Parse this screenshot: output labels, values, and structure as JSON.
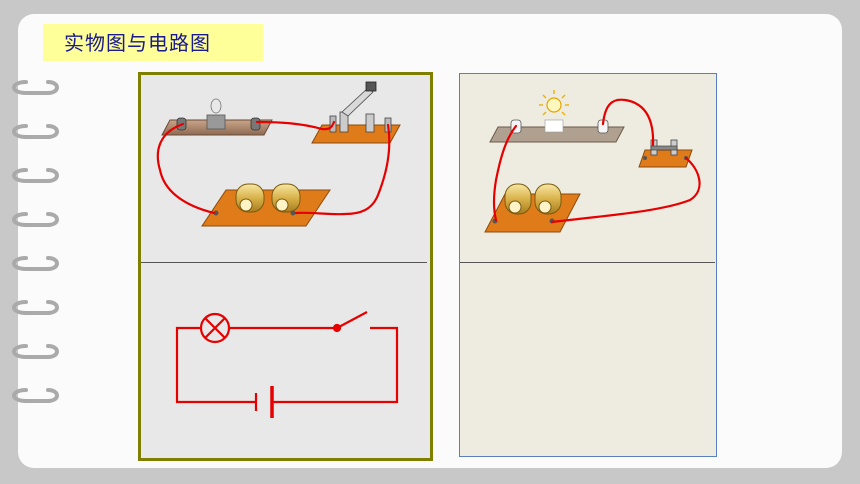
{
  "slide": {
    "title": "实物图与电路图"
  },
  "colors": {
    "wire": "#e60000",
    "title_bg": "#ffff99",
    "title_text": "#1a1a8c",
    "left_panel_border": "#7f7f00",
    "right_panel_border": "#5a7fc0",
    "battery_base": "#e07b1a"
  },
  "panels": [
    {
      "name": "physical-circuit-switch-open",
      "lamp_state": "off",
      "switch_state": "open"
    },
    {
      "name": "physical-circuit-switch-closed",
      "lamp_state": "on",
      "switch_state": "closed"
    }
  ],
  "schematic": {
    "components": [
      "lamp-symbol",
      "switch-symbol",
      "battery-symbol"
    ]
  }
}
